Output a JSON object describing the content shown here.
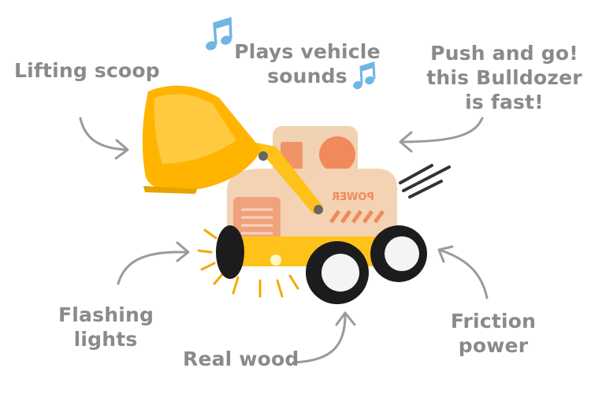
{
  "callouts": {
    "lifting_scoop": "Lifting scoop",
    "sounds_line1": "Plays vehicle",
    "sounds_line2": "sounds",
    "push_line1": "Push and go!",
    "push_line2": "this Bulldozer",
    "push_line3": "is fast!",
    "flashing_line1": "Flashing",
    "flashing_line2": "lights",
    "real_wood": "Real wood",
    "friction_line1": "Friction",
    "friction_line2": "power"
  },
  "toy": {
    "decal_text": "POWER",
    "body_color": "#f2cfae",
    "accent_color": "#f08a5a",
    "scoop_color": "#ffc21a",
    "wheel_color": "#1c1c1c"
  },
  "icons": [
    "music-note-icon",
    "music-note-icon"
  ]
}
